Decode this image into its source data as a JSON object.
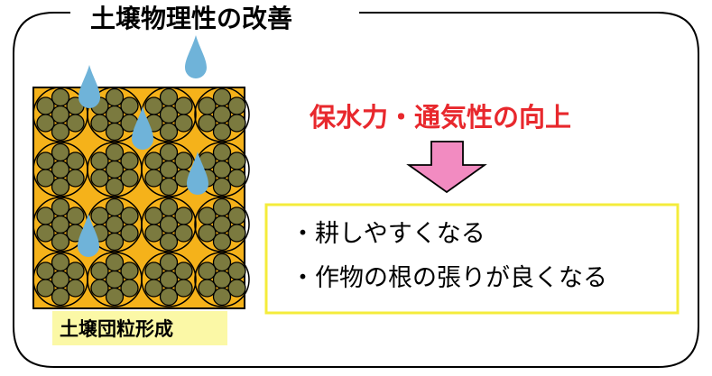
{
  "title": "土壌物理性の改善",
  "headline": "保水力・通気性の向上",
  "benefits": [
    "・耕しやすくなる",
    "・作物の根の張りが良くなる"
  ],
  "caption": "土壌団粒形成",
  "colors": {
    "headline": "#e8282d",
    "soil_background": "#f5b21a",
    "aggregate_particle": "#7b7a3f",
    "water_drop": "#6fb3d9",
    "arrow_fill": "#f28bc1",
    "benefit_box_border": "#f4ec3b",
    "caption_background": "#fbf8a6"
  },
  "icons": [
    "water-drop-icon",
    "down-arrow-icon",
    "soil-aggregate-icon"
  ]
}
